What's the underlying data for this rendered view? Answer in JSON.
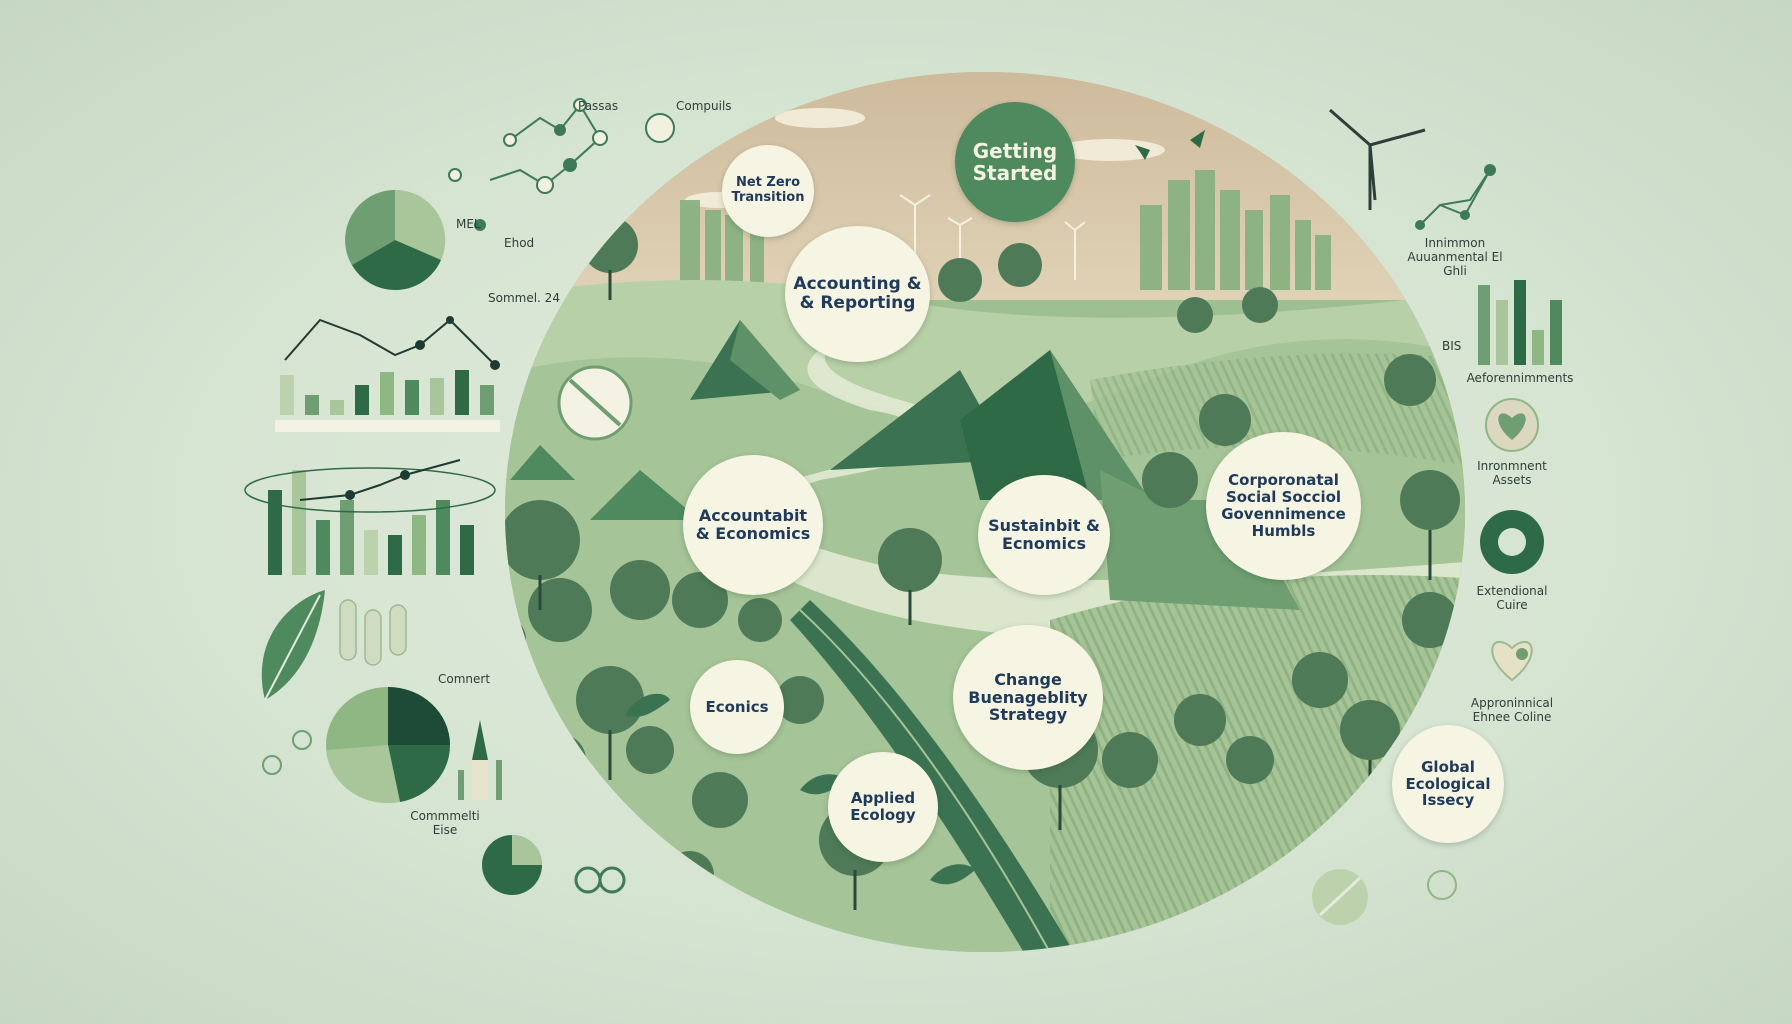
{
  "bubbles": {
    "getting_started": "Getting Started",
    "net_zero": "Net Zero Transition",
    "accounting": "Accounting & & Reporting",
    "accountability": "Accountabit & Economics",
    "sustainability": "Sustainbit & Ecnomics",
    "corporate": "Corporonatal Social Socciol Govennimence Humbls",
    "economics": "Econics",
    "change": "Change Buenageblity Strategy",
    "applied": "Applied Ecology",
    "global": "Global Ecological Issecy"
  },
  "labels": {
    "passas": "Passas",
    "compunils": "Compuils",
    "mel": "MEL",
    "ehod": "Ehod",
    "sommel": "Sommel. 24",
    "comnert": "Comnert",
    "commmeltit": "Commmelti Eise",
    "innimmon": "Innimmon Auuanmental El Ghli",
    "agr_bits": "BIS",
    "aeforennit": "Aeforennimments",
    "inronmnent": "Inronmnent Assets",
    "extendional": "Extendional Cuire",
    "appronmental": "Approninnical Ehnee Coline"
  },
  "colors": {
    "dark_green": "#2f6a47",
    "mid_green": "#6f9e72",
    "light_green": "#a9c69b",
    "cream": "#f6f4e2",
    "navy_text": "#1f3a5a",
    "sky_tan": "#d6c7a8"
  }
}
